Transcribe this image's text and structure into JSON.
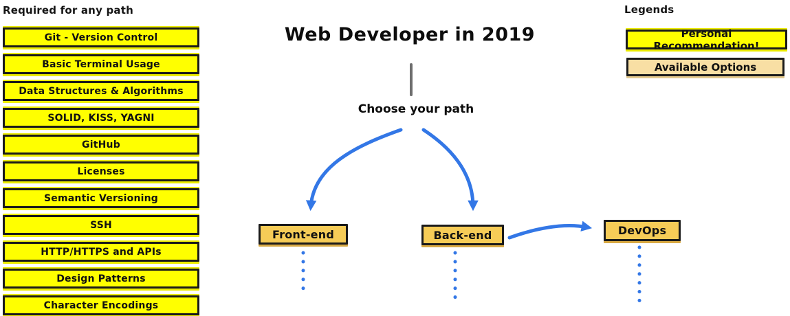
{
  "title": "Web Developer in 2019",
  "subtitle": "Choose your path",
  "left_column": {
    "heading": "Required for any path",
    "items": [
      "Git - Version Control",
      "Basic Terminal Usage",
      "Data Structures & Algorithms",
      "SOLID, KISS, YAGNI",
      "GitHub",
      "Licenses",
      "Semantic Versioning",
      "SSH",
      "HTTP/HTTPS and APIs",
      "Design Patterns",
      "Character Encodings"
    ]
  },
  "paths": {
    "front_end": "Front-end",
    "back_end": "Back-end",
    "devops": "DevOps"
  },
  "legends": {
    "heading": "Legends",
    "personal": "Personal Recommendation!",
    "available": "Available Options"
  },
  "colors": {
    "required_fill": "#FFFF00",
    "option_fill": "#F6CC57",
    "available_fill": "#F8DFA4",
    "arrow_blue": "#3377E6",
    "stem_gray": "#6E6E6E",
    "border_black": "#1A1A1A"
  }
}
